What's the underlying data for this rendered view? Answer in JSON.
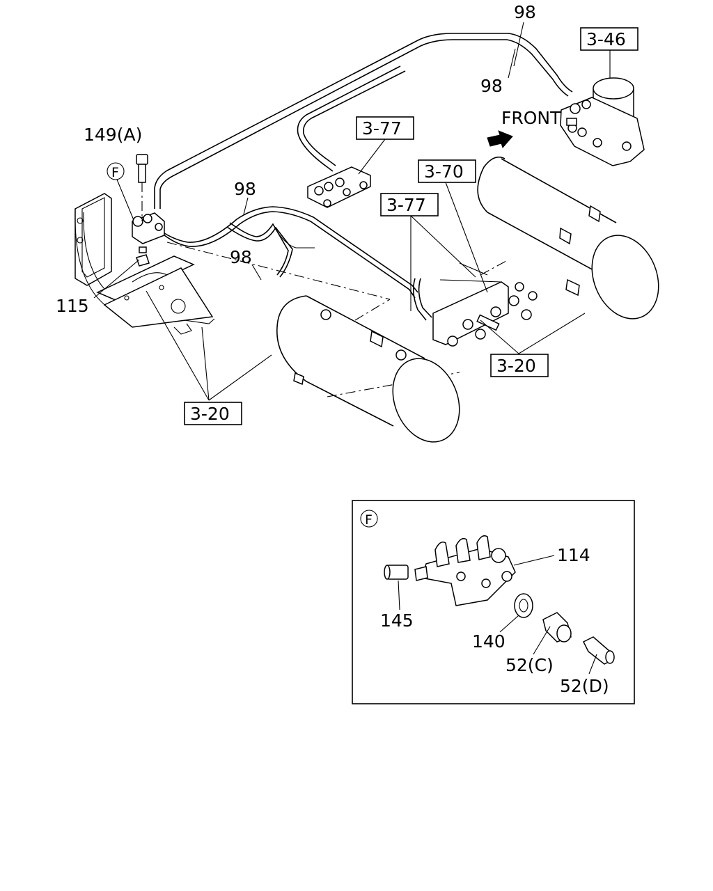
{
  "diagram": {
    "labels": {
      "p98_top": "98",
      "p98_top2": "98",
      "p98_mid": "98",
      "p98_left": "98",
      "p149": "149(A)",
      "p115": "115",
      "ref_346": "3-46",
      "ref_377_a": "3-77",
      "ref_377_b": "3-77",
      "ref_370": "3-70",
      "ref_320_left": "3-20",
      "ref_320_right": "3-20",
      "front": "FRONT",
      "callout_f": "F"
    },
    "detail": {
      "callout": "F",
      "p114": "114",
      "p145": "145",
      "p140": "140",
      "p52c": "52(C)",
      "p52d": "52(D)"
    }
  }
}
